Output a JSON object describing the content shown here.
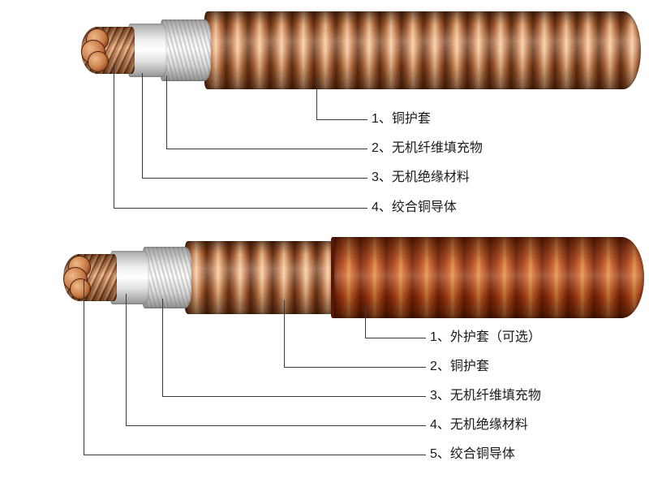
{
  "figure": {
    "colors": {
      "background": "#ffffff",
      "copper_highlight": "#f2c9a2",
      "copper_mid": "#c87a45",
      "copper_shadow": "#5f2c10",
      "jacket_red": "#a33c10",
      "insulation_white": "#f5f5f5",
      "fiber_gray": "#d5d5d5",
      "leader_line": "#3a3a3a",
      "label_text": "#1a1a1a"
    },
    "top_cable": {
      "labels": [
        {
          "text": "1、铜护套"
        },
        {
          "text": "2、无机纤维填充物"
        },
        {
          "text": "3、无机绝缘材料"
        },
        {
          "text": "4、绞合铜导体"
        }
      ]
    },
    "bottom_cable": {
      "labels": [
        {
          "text": "1、外护套（可选）"
        },
        {
          "text": "2、铜护套"
        },
        {
          "text": "3、无机纤维填充物"
        },
        {
          "text": "4、无机绝缘材料"
        },
        {
          "text": "5、绞合铜导体"
        }
      ]
    }
  }
}
